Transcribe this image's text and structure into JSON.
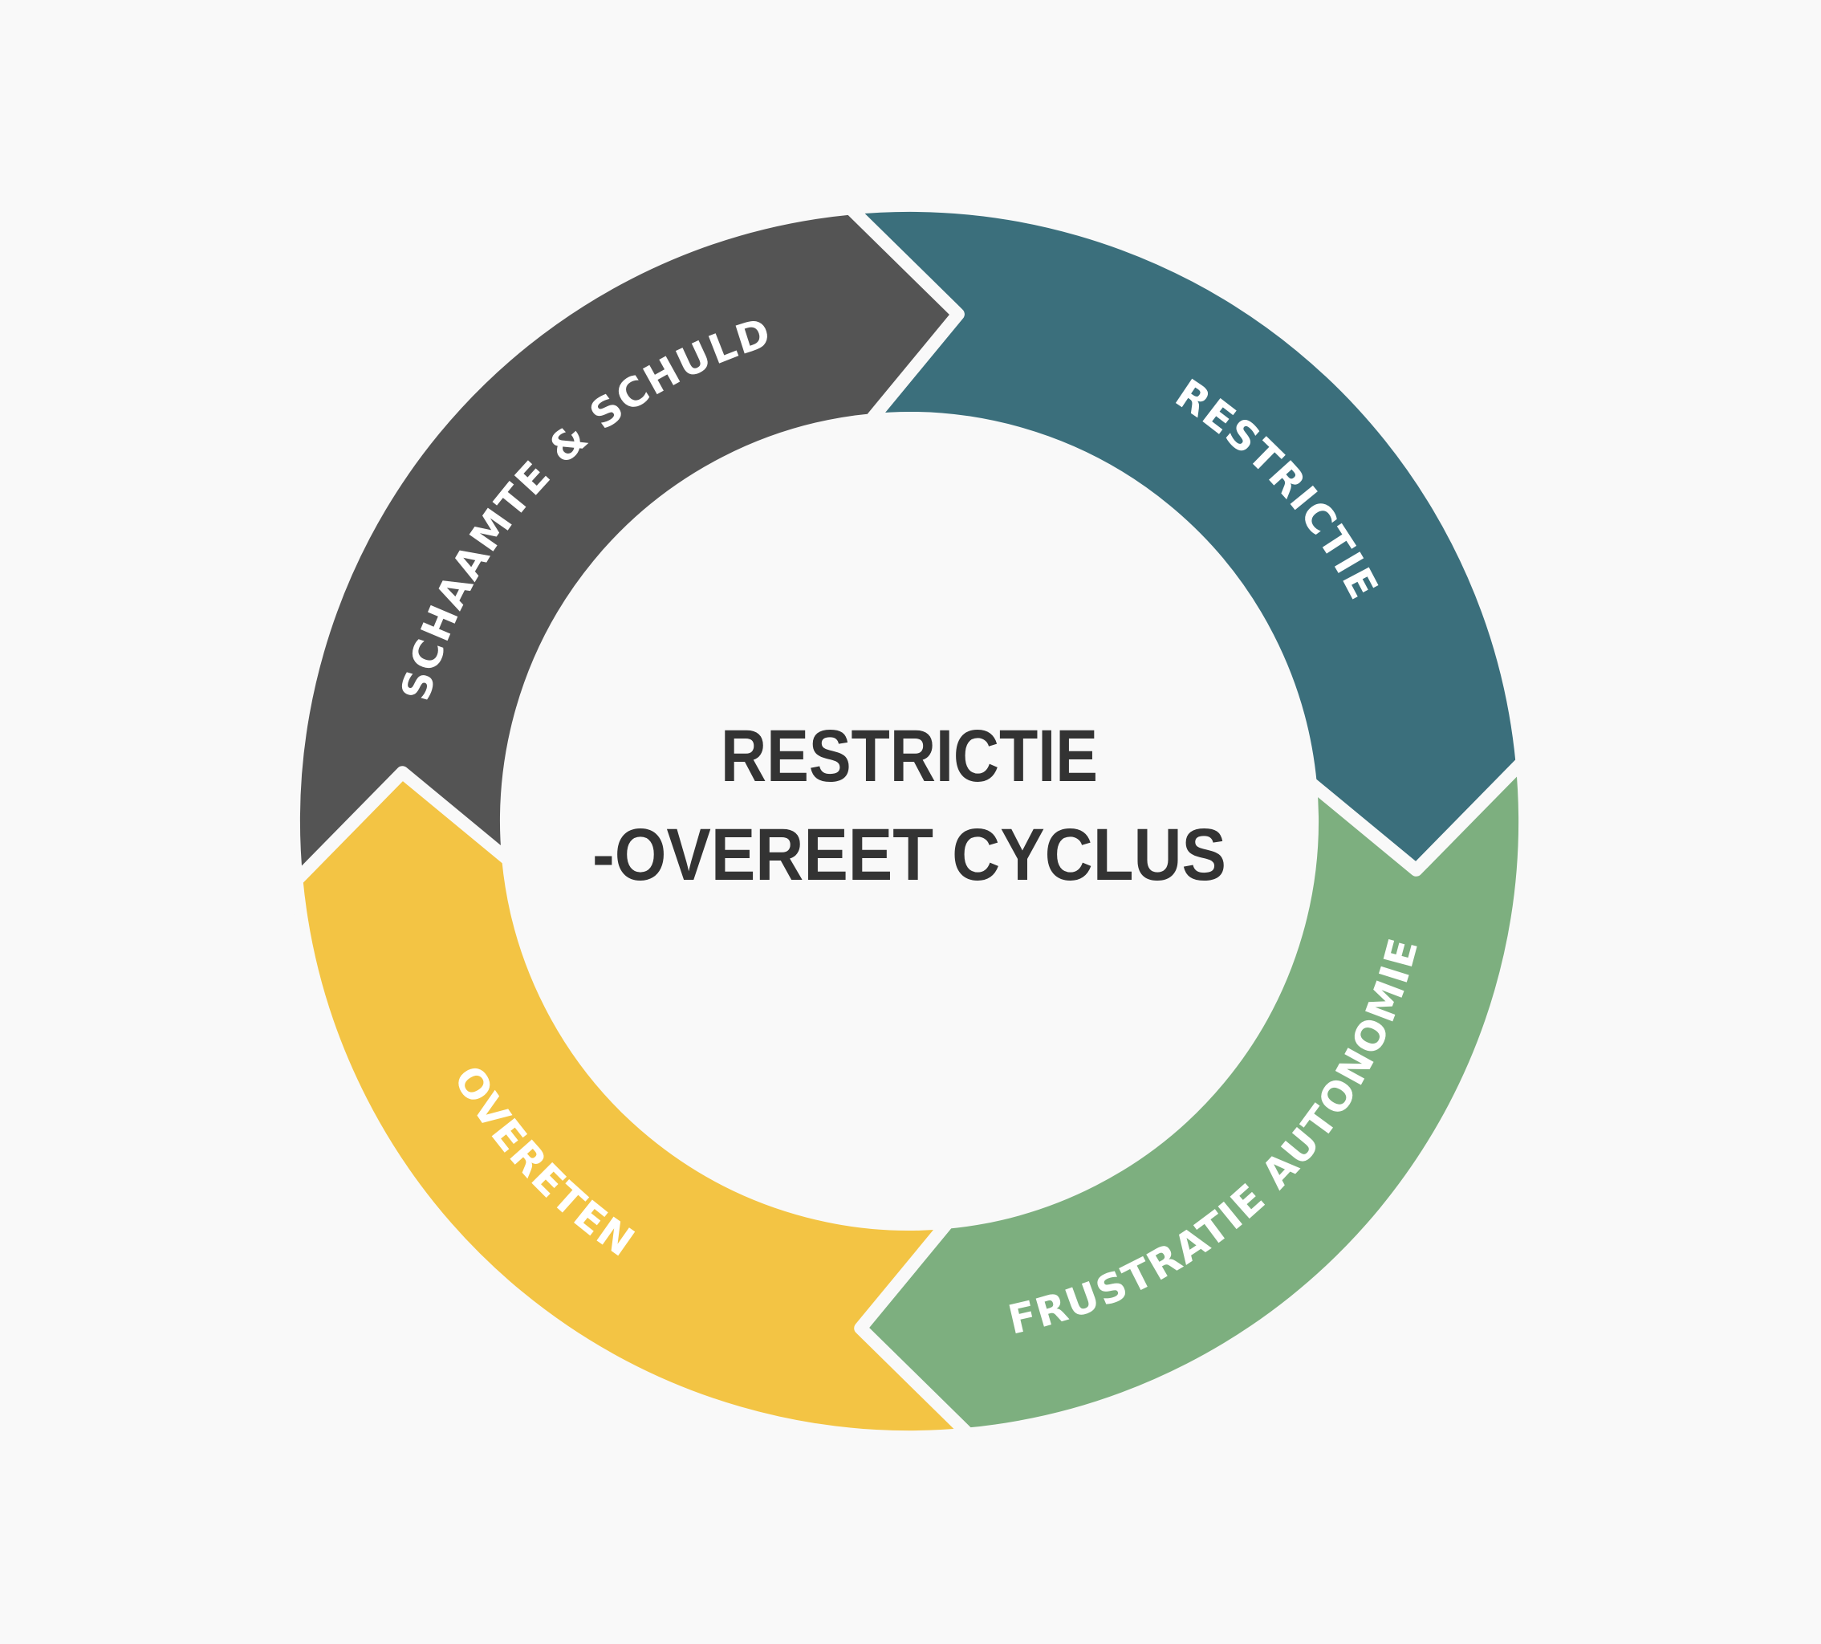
{
  "title": {
    "line1": "RESTRICTIE",
    "line2": "-OVEREET CYCLUS"
  },
  "colors": {
    "background": "#f9f9f9",
    "title": "#333333",
    "label": "#ffffff"
  },
  "segments": [
    {
      "label": "RESTRICTIE",
      "color": "#3b6f7c"
    },
    {
      "label": "FRUSTRATIE AUTONOMIE",
      "color": "#7daf7f"
    },
    {
      "label": "OVERETEN",
      "color": "#f3c444"
    },
    {
      "label": "SCHAAMTE & SCHULD",
      "color": "#545454"
    }
  ]
}
